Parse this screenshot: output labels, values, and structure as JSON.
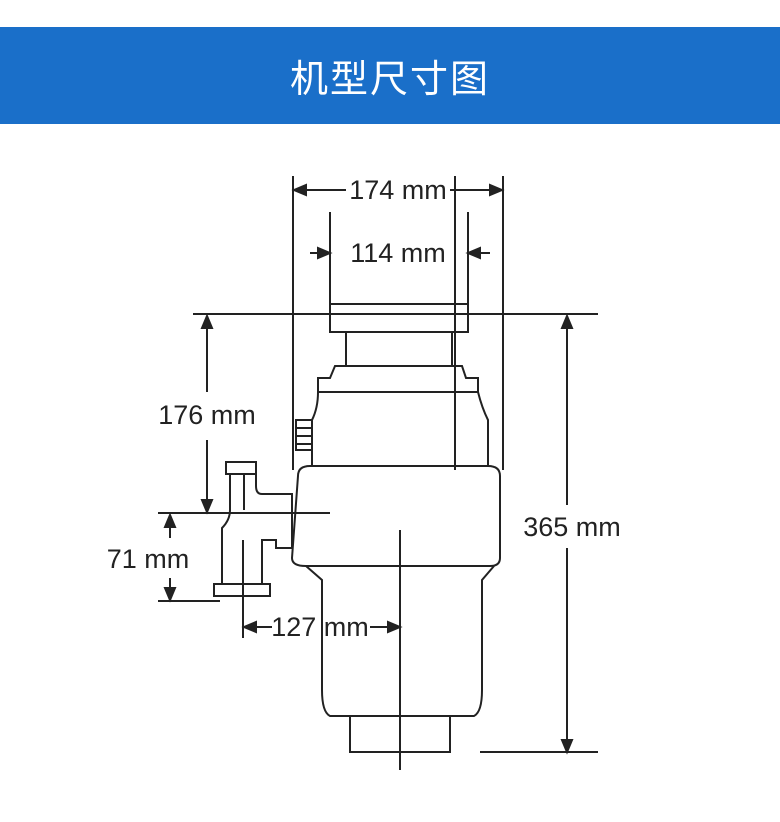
{
  "header": {
    "title": "机型尺寸图"
  },
  "dimensions": {
    "top_width": "174 mm",
    "inlet_width": "114 mm",
    "height_to_outlet": "176 mm",
    "outlet_height": "71 mm",
    "outlet_offset": "127 mm",
    "total_height": "365 mm"
  },
  "colors": {
    "banner": "#1a6fc9",
    "line": "#222222"
  }
}
